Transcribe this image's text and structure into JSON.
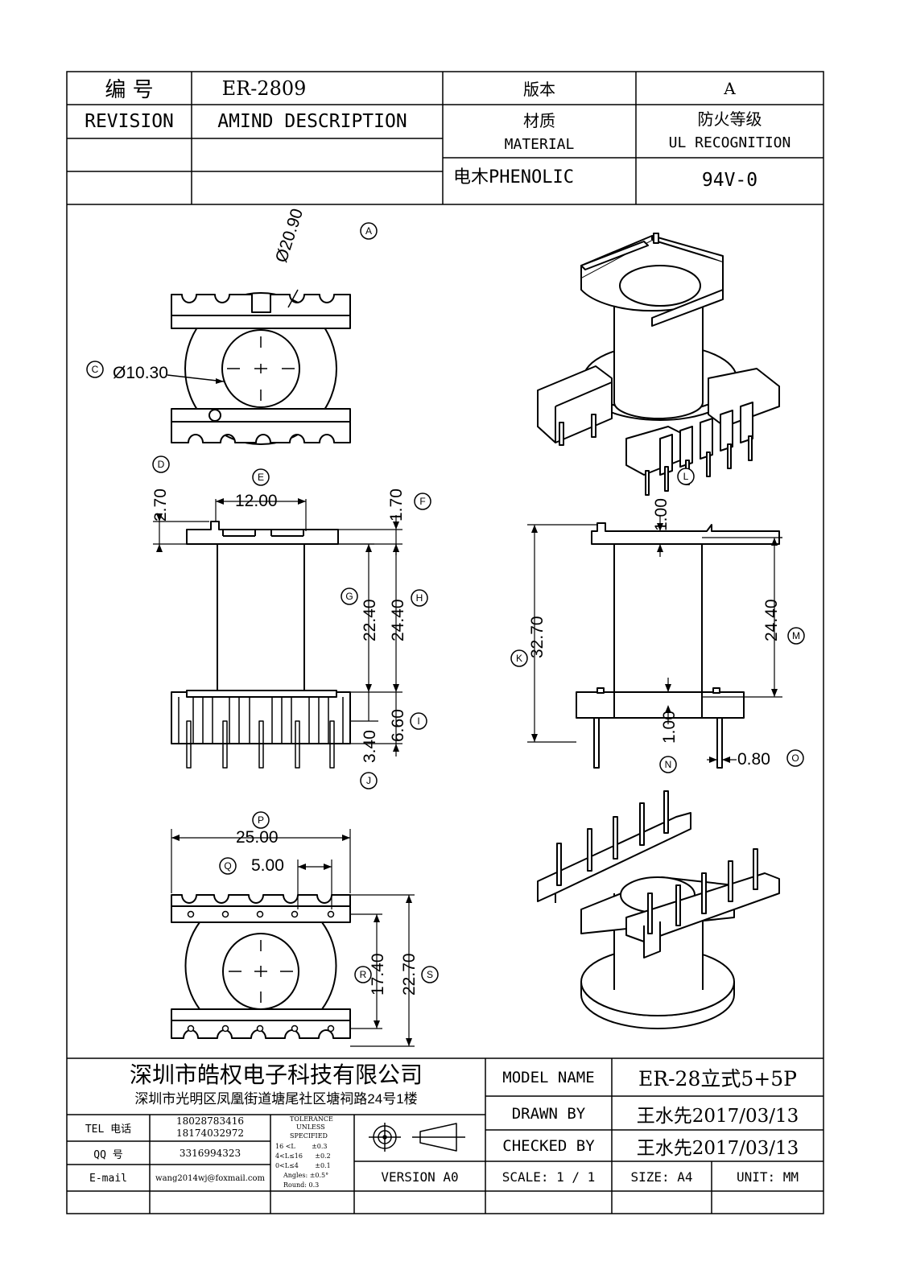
{
  "header": {
    "code_label": "编  号",
    "code_value": "ER-2809",
    "version_label": "版本",
    "version_value": "A",
    "revision_label": "REVISION",
    "amind_label": "AMIND DESCRIPTION",
    "material_cn": "材质",
    "material_en": "MATERIAL",
    "fire_cn": "防火等级",
    "fire_en": "UL RECOGNITION",
    "material_value": "电木PHENOLIC",
    "fire_value": "94V-0"
  },
  "callouts": {
    "A": "A",
    "C": "C",
    "D": "D",
    "E": "E",
    "F": "F",
    "G": "G",
    "H": "H",
    "I": "I",
    "J": "J",
    "K": "K",
    "L": "L",
    "M": "M",
    "N": "N",
    "O": "O",
    "P": "P",
    "Q": "Q",
    "R": "R",
    "S": "S"
  },
  "dimensions": {
    "dia_outer": "Ø20.90",
    "dia_inner": "Ø10.30",
    "d_270": "2.70",
    "e_1200": "12.00",
    "f_170": "1.70",
    "g_2240": "22.40",
    "h_2440": "24.40",
    "i_660": "6.60",
    "j_340": "3.40",
    "k_3270": "32.70",
    "m_2440": "24.40",
    "top_100": "1.00",
    "n_100": "1.00",
    "o_080": "0.80",
    "p_2500": "25.00",
    "q_500": "5.00",
    "r_1740": "17.40",
    "s_2270": "22.70"
  },
  "footer": {
    "company_name": "深圳市皓权电子科技有限公司",
    "company_address": "深圳市光明区凤凰街道塘尾社区塘祠路24号1楼",
    "tel_label": "TEL 电话",
    "tel_1": "18028783416",
    "tel_2": "18174032972",
    "qq_label": "QQ  号",
    "qq_value": "3316994323",
    "email_label": "E-mail",
    "email_value": "wang2014wj@foxmail.com",
    "tolerance_title": "TOLERANCE",
    "tolerance_unless": "UNLESS",
    "tolerance_specified": "SPECIFIED",
    "tol_row1": "16 <L        ±0.3",
    "tol_row2": "4<L≤16      ±0.2",
    "tol_row3": "0<L≤4        ±0.1",
    "tol_angles": "Angles: ±0.5°",
    "tol_round": "Round: 0.3",
    "version": "VERSION A0",
    "model_name_label": "MODEL NAME",
    "model_name_value": "ER-28立式5+5P",
    "drawn_by_label": "DRAWN BY",
    "drawn_by_value": "王水先2017/03/13",
    "checked_by_label": "CHECKED BY",
    "checked_by_value": "王水先2017/03/13",
    "scale_label": "SCALE:  1 / 1",
    "size_label": "SIZE:  A4",
    "unit_label": "UNIT:  MM"
  }
}
